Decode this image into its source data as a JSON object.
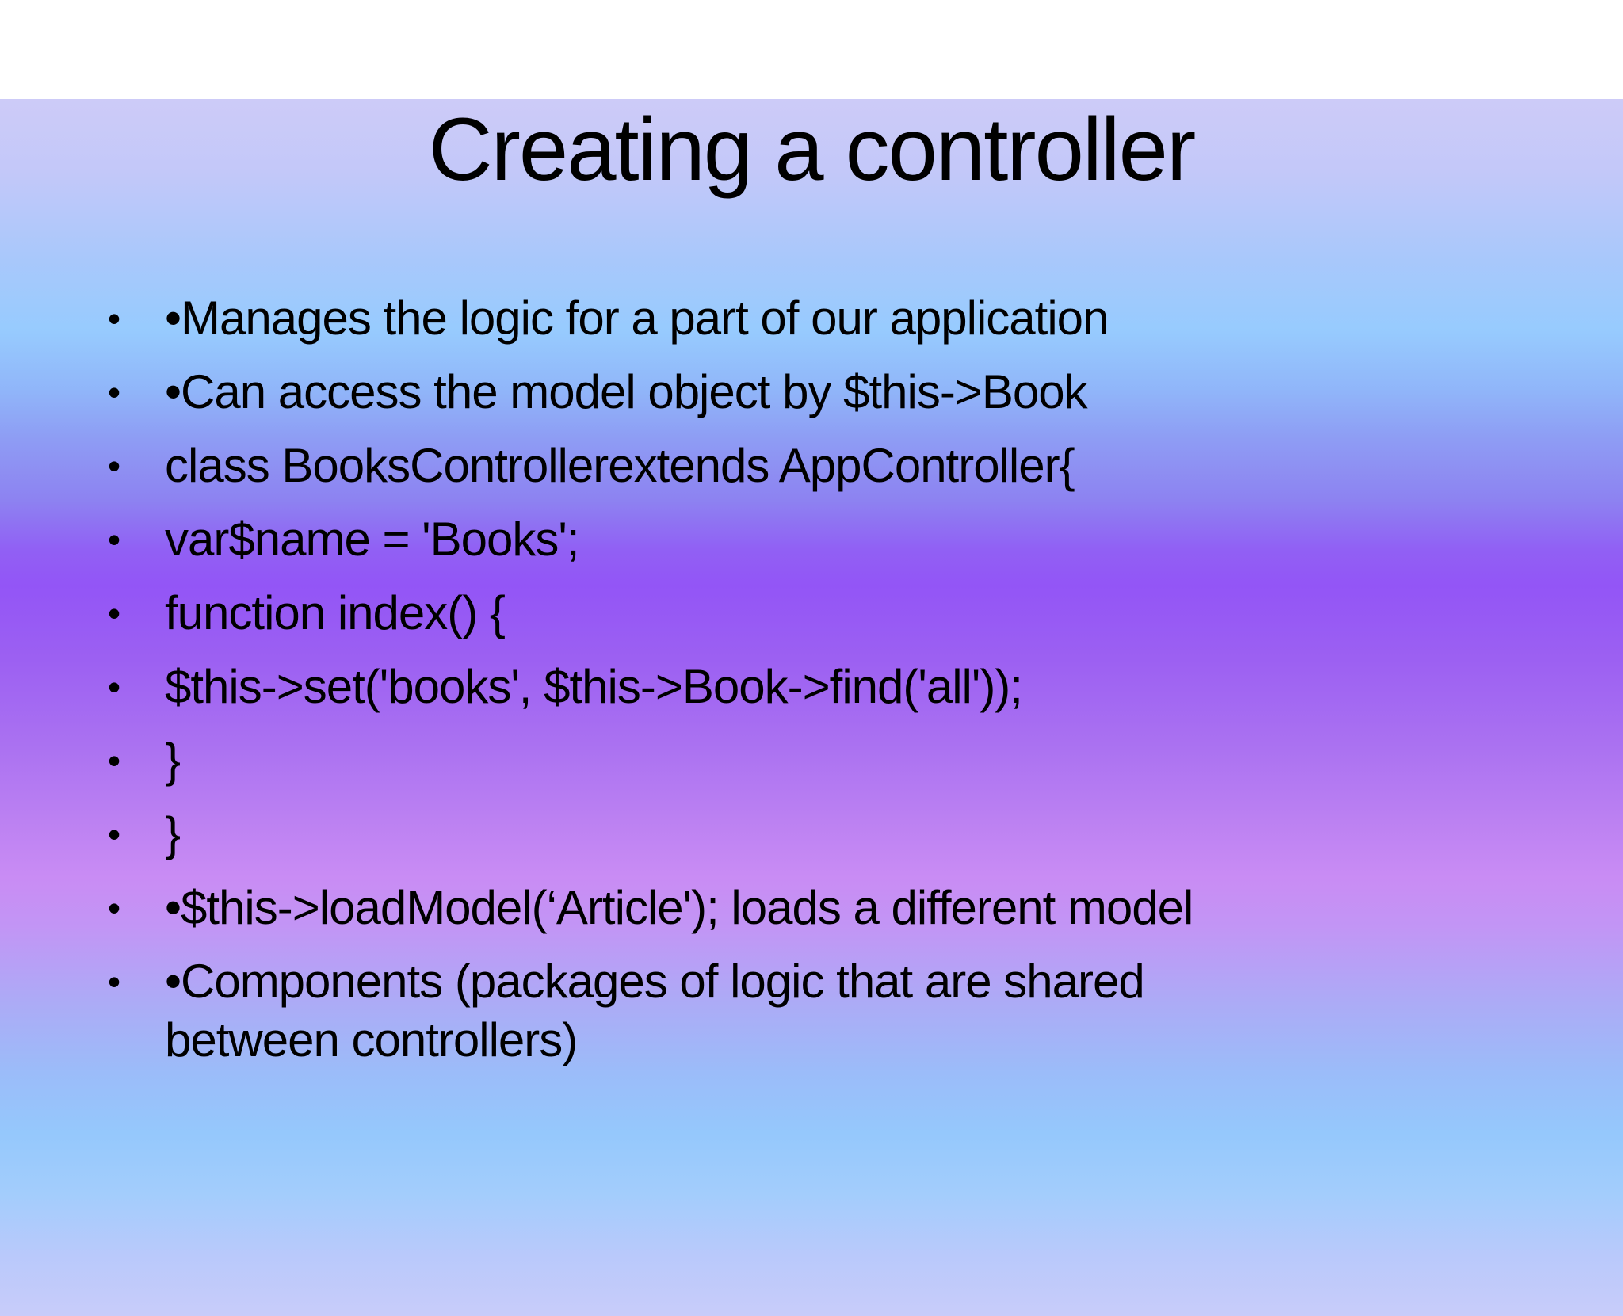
{
  "slide": {
    "title": "Creating a controller",
    "marker": "•",
    "bullets": [
      "•Manages the logic for a part of our application",
      "•Can access the model object by $this->Book",
      "class BooksControllerextends AppController{",
      "var$name = 'Books';",
      "function index() {",
      "$this->set('books', $this->Book->find('all'));",
      "}",
      "}",
      "•$this->loadModel(‘Article'); loads a different model",
      "•Components (packages of logic that are shared\nbetween controllers)"
    ],
    "colors": {
      "text": "#000000",
      "gradient_top": "#cdcbf8",
      "gradient_sky_blue": "#97cbfe",
      "gradient_purple_peak": "#9355f6",
      "gradient_pink_peak": "#c98cf4",
      "gradient_lower_blue": "#95c8fc",
      "gradient_bottom": "#c8ccfa"
    }
  }
}
